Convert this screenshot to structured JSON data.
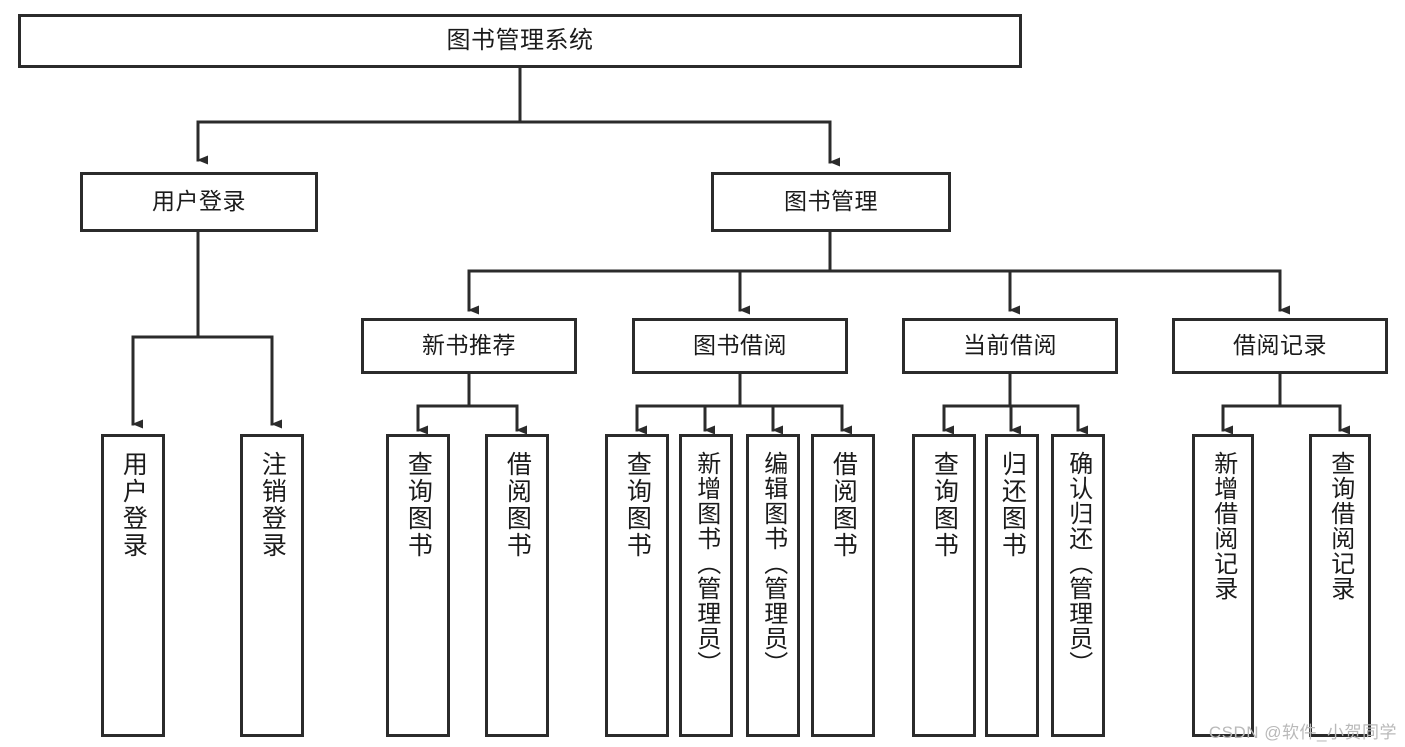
{
  "diagram": {
    "kind": "tree",
    "title": "图书管理系统",
    "watermark": "CSDN @软件_小贺同学",
    "style": {
      "stroke": "#2b2b2b",
      "background": "#ffffff",
      "text_color": "#1b1b1b"
    },
    "levels": {
      "root": {
        "label": "图书管理系统"
      },
      "level2": [
        {
          "id": "user-login",
          "label": "用户登录"
        },
        {
          "id": "book-manage",
          "label": "图书管理"
        }
      ],
      "level3": [
        {
          "id": "new-book-recommend",
          "label": "新书推荐",
          "parent": "book-manage"
        },
        {
          "id": "book-borrow",
          "label": "图书借阅",
          "parent": "book-manage"
        },
        {
          "id": "current-borrow",
          "label": "当前借阅",
          "parent": "book-manage"
        },
        {
          "id": "borrow-record",
          "label": "借阅记录",
          "parent": "book-manage"
        }
      ],
      "level4": [
        {
          "id": "leaf-user-login",
          "label": "用户登录",
          "parent": "user-login"
        },
        {
          "id": "leaf-user-logout",
          "label": "注销登录",
          "parent": "user-login"
        },
        {
          "id": "leaf-query-book-1",
          "label": "查询图书",
          "parent": "new-book-recommend"
        },
        {
          "id": "leaf-borrow-book-1",
          "label": "借阅图书",
          "parent": "new-book-recommend"
        },
        {
          "id": "leaf-query-book-2",
          "label": "查询图书",
          "parent": "book-borrow"
        },
        {
          "id": "leaf-add-book",
          "label": "新增图书（管理员）",
          "parent": "book-borrow"
        },
        {
          "id": "leaf-edit-book",
          "label": "编辑图书（管理员）",
          "parent": "book-borrow"
        },
        {
          "id": "leaf-borrow-book-2",
          "label": "借阅图书",
          "parent": "book-borrow"
        },
        {
          "id": "leaf-query-book-3",
          "label": "查询图书",
          "parent": "current-borrow"
        },
        {
          "id": "leaf-return-book",
          "label": "归还图书",
          "parent": "current-borrow"
        },
        {
          "id": "leaf-confirm-return",
          "label": "确认归还（管理员）",
          "parent": "current-borrow"
        },
        {
          "id": "leaf-add-record",
          "label": "新增借阅记录",
          "parent": "borrow-record"
        },
        {
          "id": "leaf-query-record",
          "label": "查询借阅记录",
          "parent": "borrow-record"
        }
      ]
    }
  }
}
